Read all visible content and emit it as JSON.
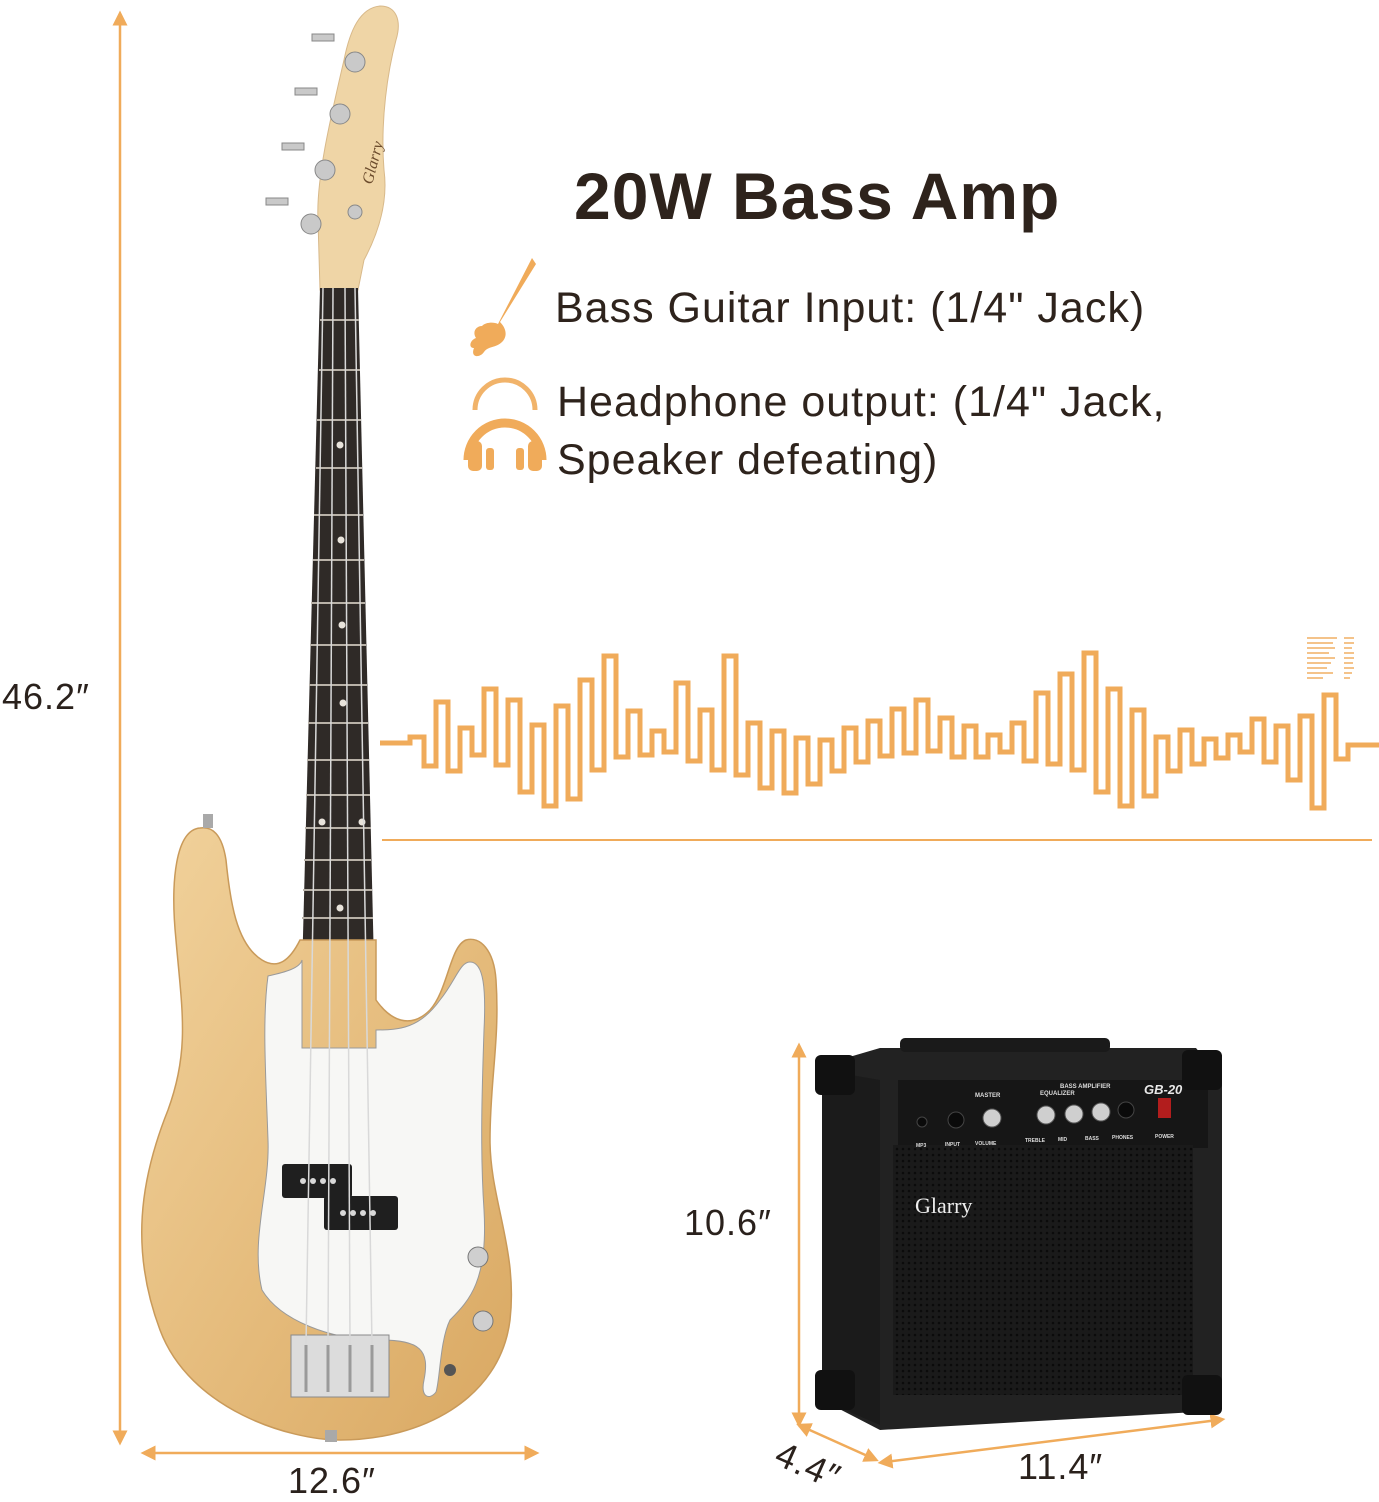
{
  "heading": {
    "title": "20W Bass Amp"
  },
  "features": [
    {
      "icon": "bass-guitar-icon",
      "text": "Bass Guitar Input: (1/4\" Jack)"
    },
    {
      "icon": "headphones-icon",
      "text_line1": "Headphone output: (1/4\" Jack,",
      "text_line2": "Speaker defeating)"
    }
  ],
  "dimensions": {
    "guitar_length": "46.2″",
    "guitar_width": "12.6″",
    "amp_height": "10.6″",
    "amp_depth": "4.4″",
    "amp_width": "11.4″"
  },
  "amp_panel": {
    "model": "GB-20",
    "brand": "Glarry",
    "header_right": "BASS AMPLIFIER",
    "equalizer": "EQUALIZER",
    "master": "MASTER",
    "labels": [
      "MP3",
      "INPUT",
      "VOLUME",
      "TREBLE",
      "MID",
      "BASS",
      "PHONES",
      "POWER"
    ]
  },
  "headstock_brand": "Glarry",
  "colors": {
    "accent": "#f0ab5a",
    "text": "#2e231c",
    "wood": "#e9c48a",
    "amp": "#1c1c1c"
  }
}
